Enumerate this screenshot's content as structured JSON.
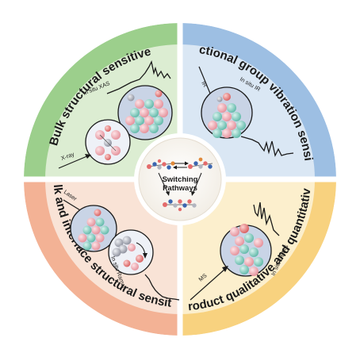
{
  "quadrants": {
    "top_left": {
      "title": "Bulk structural sensitive",
      "technique": "In situ XAS",
      "probe": "X-ray",
      "color": "#cfe5c3",
      "ring_color": "#8cc47c"
    },
    "top_right": {
      "title": "Functional group vibration sensitive",
      "technique": "In situ IR",
      "probe": "IR",
      "color": "#d3e2f2",
      "ring_color": "#8fb5dd"
    },
    "bottom_left": {
      "title": "Bulk and interface structural sensitive",
      "technique": "In situ Raman",
      "probe": "Laser",
      "color": "#f7dccd",
      "ring_color": "#f0a98a"
    },
    "bottom_right": {
      "title": "Product qualitative and quantitative",
      "technique": "In situ DEMS",
      "probe": "MS",
      "color": "#fbe9bd",
      "ring_color": "#f7cf74"
    }
  },
  "center": {
    "line1": "Switching",
    "line2": "Pathways"
  },
  "colors": {
    "atom_pink": "#e8a1a8",
    "atom_teal": "#7fcabd",
    "atom_red": "#e46b6b",
    "atom_grey": "#a7a9b5",
    "mol_blue": "#3b66b0",
    "mol_orange": "#e0893a"
  }
}
